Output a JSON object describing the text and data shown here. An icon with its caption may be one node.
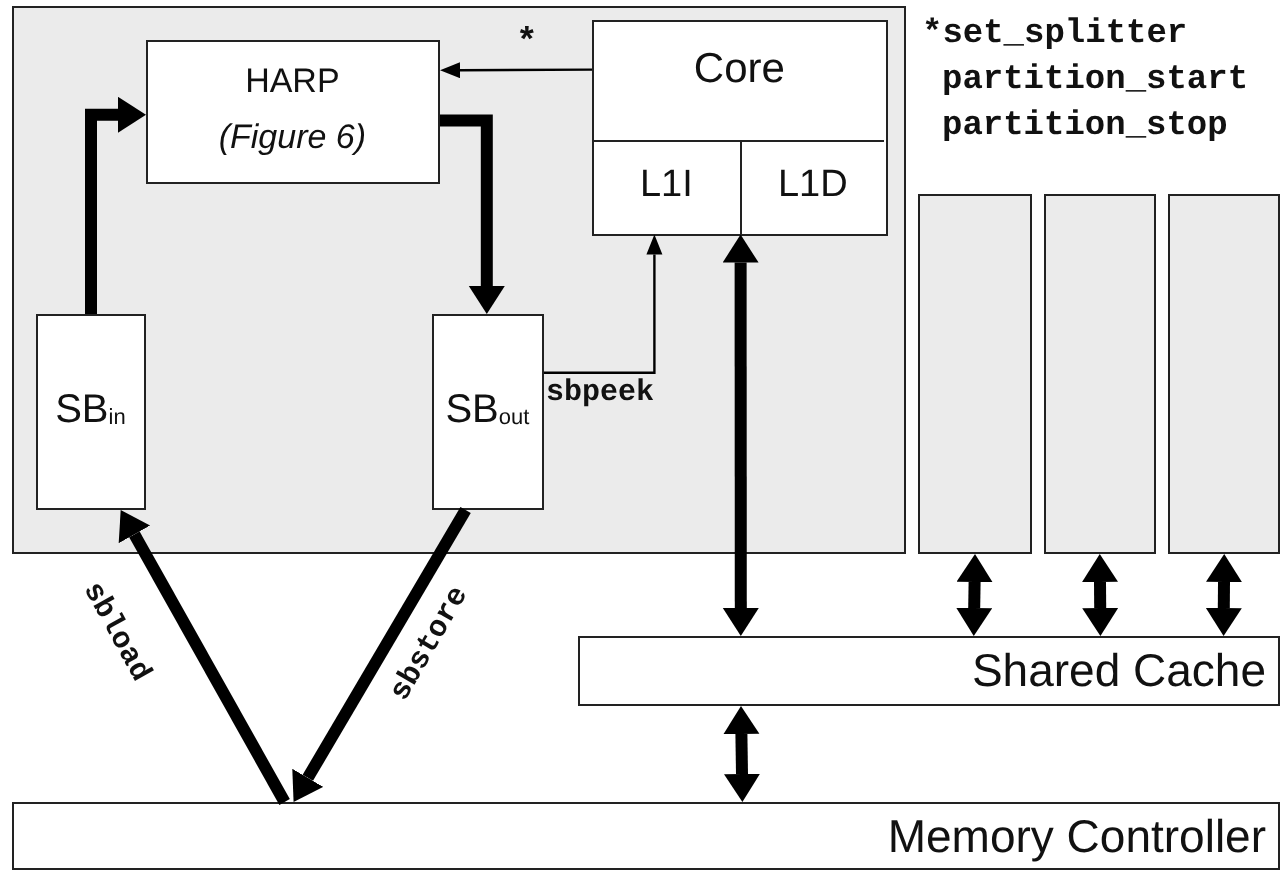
{
  "diagram": {
    "nodes": [
      {
        "text": [],
        "shape": "box"
      },
      {
        "text": [
          "HARP",
          "(Figure 6)"
        ],
        "in": 0
      },
      {
        "text": [
          "Core"
        ],
        "in": 0
      },
      {
        "text": [
          "L1I"
        ],
        "in": 2
      },
      {
        "text": [
          "L1D"
        ],
        "in": 2
      },
      {
        "text": [
          "SB$_{in}$"
        ],
        "in": 0
      },
      {
        "text": [
          "SB$_{out}$"
        ],
        "in": 0
      },
      {
        "text": [],
        "shape": "box"
      },
      {
        "text": [],
        "shape": "box"
      },
      {
        "text": [],
        "shape": "box"
      },
      {
        "text": [
          "Shared Cache"
        ]
      },
      {
        "text": [
          "Memory Controller"
        ]
      }
    ],
    "edges": [
      {
        "from": 2,
        "to": 1,
        "arrow": "to",
        "label": "*"
      },
      {
        "from": 5,
        "to": 1,
        "arrow": "to"
      },
      {
        "from": 1,
        "to": 6,
        "arrow": "to"
      },
      {
        "from": 6,
        "to": 3,
        "arrow": "to",
        "label": "sbpeek"
      },
      {
        "from": 4,
        "to": 10,
        "arrow": "both"
      },
      {
        "from": 7,
        "to": 10,
        "arrow": "both"
      },
      {
        "from": 8,
        "to": 10,
        "arrow": "both"
      },
      {
        "from": 9,
        "to": 10,
        "arrow": "both"
      },
      {
        "from": 10,
        "to": 11,
        "arrow": "both"
      },
      {
        "from": 11,
        "to": 5,
        "arrow": "to",
        "label": "sbload"
      },
      {
        "from": 6,
        "to": 11,
        "arrow": "to",
        "label": "sbstore"
      }
    ],
    "labels": [
      "*set_splitter",
      "partition_start",
      "partition_stop"
    ]
  }
}
